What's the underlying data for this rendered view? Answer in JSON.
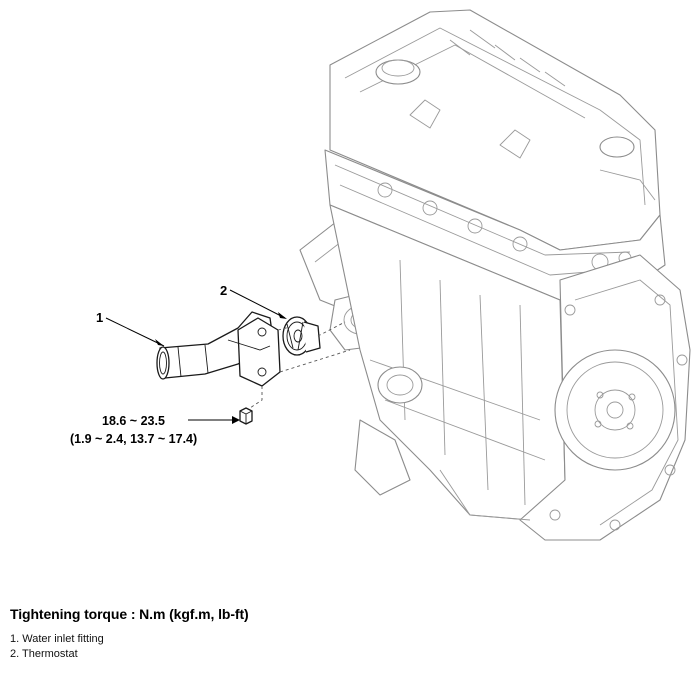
{
  "callouts": {
    "part1": "1",
    "part2": "2"
  },
  "torque_spec": {
    "value_nm": "18.6 ~ 23.5",
    "value_alt": "(1.9 ~ 2.4, 13.7 ~ 17.4)"
  },
  "legend": {
    "heading": "Tightening torque : N.m (kgf.m, lb-ft)",
    "items": [
      "1. Water inlet fitting",
      "2. Thermostat"
    ]
  }
}
